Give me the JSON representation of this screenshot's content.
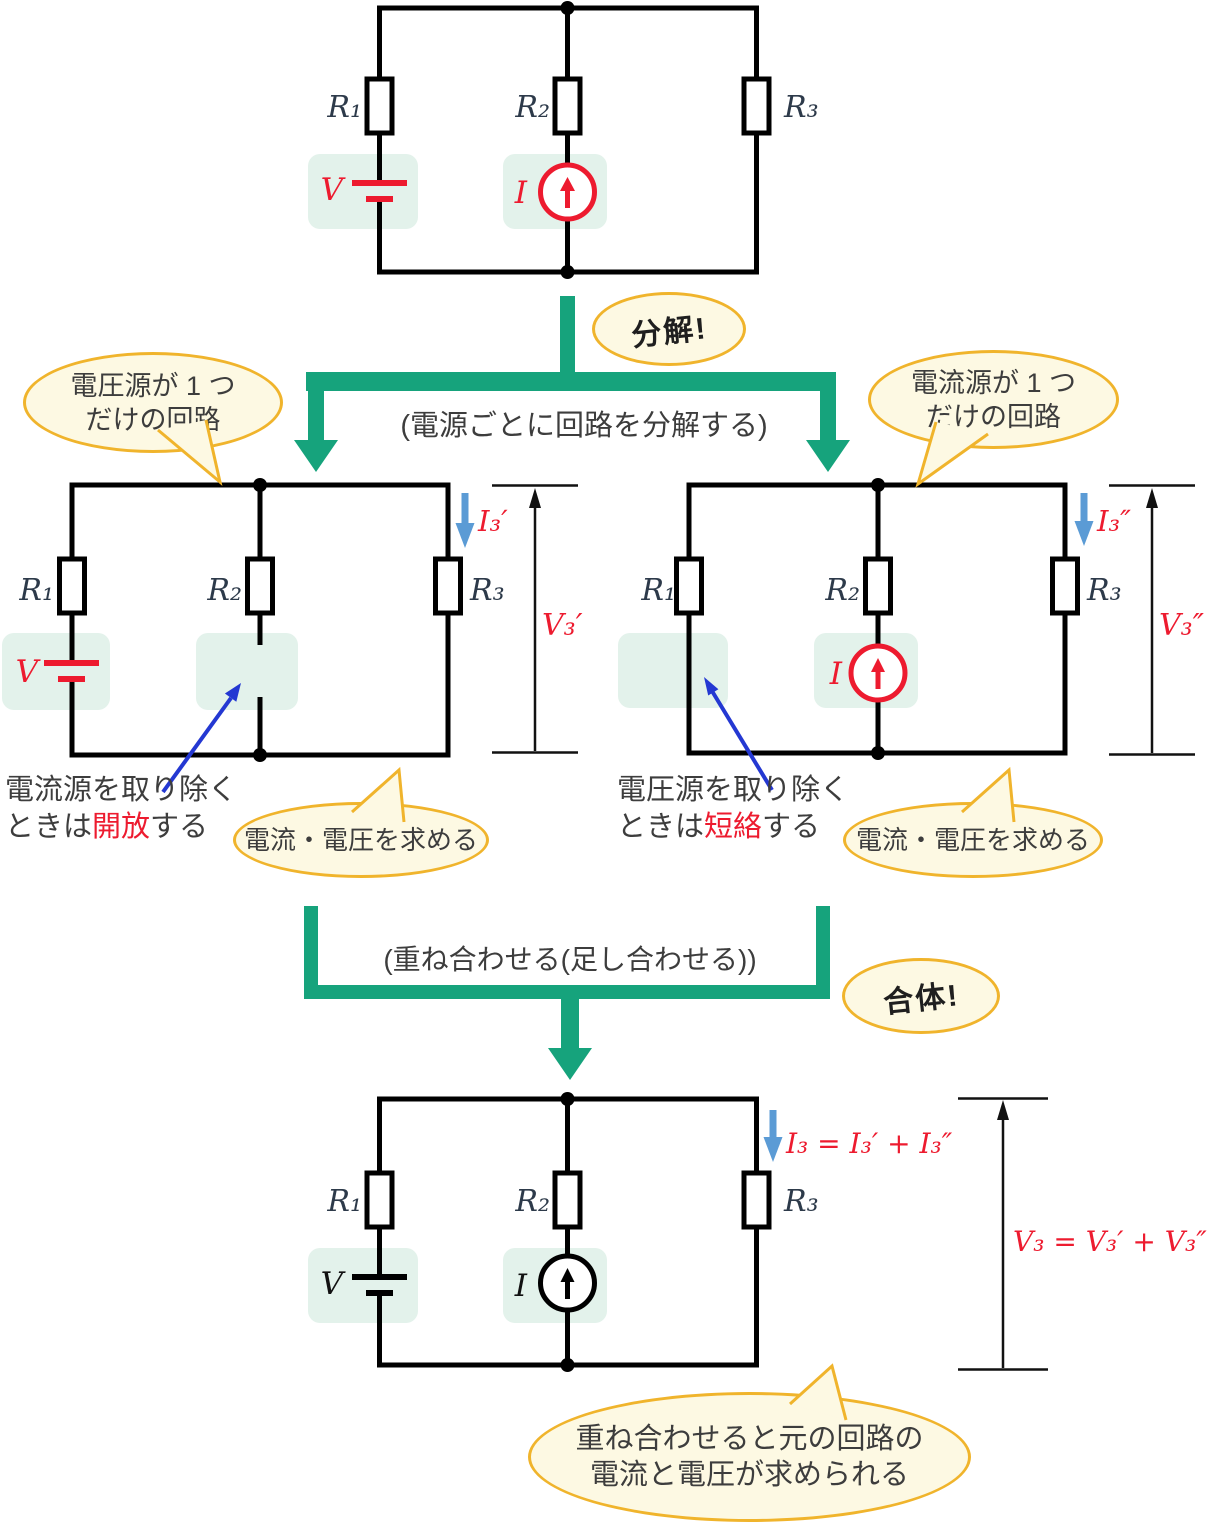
{
  "colors": {
    "accent_green": "#16a37c",
    "highlight_green": "#e3f2eb",
    "bubble_fill": "#fdf9e3",
    "bubble_border": "#f0b42c",
    "red": "#ed1b2f",
    "blue": "#2438d2",
    "light_blue": "#5b9bd5"
  },
  "top_circuit": {
    "r1": "R₁",
    "r2": "R₂",
    "r3": "R₃",
    "v_label": "V",
    "i_label": "I"
  },
  "decompose": {
    "bubble_label": "分解!",
    "note": "(電源ごとに回路を分解する)"
  },
  "voltage_branch": {
    "bubble_line1": "電圧源が 1 つ",
    "bubble_line2": "だけの回路",
    "r1": "R₁",
    "r2": "R₂",
    "r3": "R₃",
    "v_label": "V",
    "i3_label": "I₃′",
    "v3_label": "V₃′",
    "note_line1": "電流源を取り除く",
    "note_line2_pre": "ときは",
    "note_line2_red": "開放",
    "note_line2_post": "する",
    "find_bubble": "電流・電圧を求める"
  },
  "current_branch": {
    "bubble_line1": "電流源が 1 つ",
    "bubble_line2": "だけの回路",
    "r1": "R₁",
    "r2": "R₂",
    "r3": "R₃",
    "i_label": "I",
    "i3_label": "I₃″",
    "v3_label": "V₃″",
    "note_line1": "電圧源を取り除く",
    "note_line2_pre": "ときは",
    "note_line2_red": "短絡",
    "note_line2_post": "する",
    "find_bubble": "電流・電圧を求める"
  },
  "combine": {
    "bubble_label": "合体!",
    "note": "(重ね合わせる(足し合わせる))"
  },
  "result_circuit": {
    "r1": "R₁",
    "r2": "R₂",
    "r3": "R₃",
    "v_label": "V",
    "i_label": "I",
    "i3_equation": "I₃ = I₃′ + I₃″",
    "v3_equation": "V₃ = V₃′ + V₃″"
  },
  "result_bubble": {
    "line1": "重ね合わせると元の回路の",
    "line2": "電流と電圧が求められる"
  }
}
